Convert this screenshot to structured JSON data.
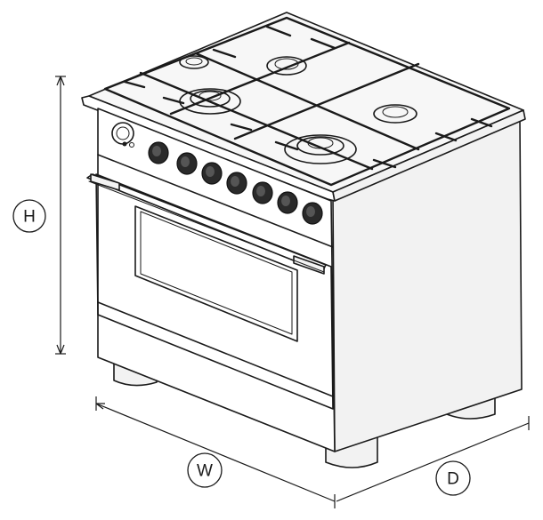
{
  "dimensions": {
    "height_label": "H",
    "width_label": "W",
    "depth_label": "D"
  },
  "appliance": {
    "burner_count": 5,
    "knob_count": 7,
    "colors": {
      "outline": "#1a1a1a",
      "body": "#ffffff",
      "side": "#f2f2f2",
      "knob": "#2a2a2a"
    }
  }
}
